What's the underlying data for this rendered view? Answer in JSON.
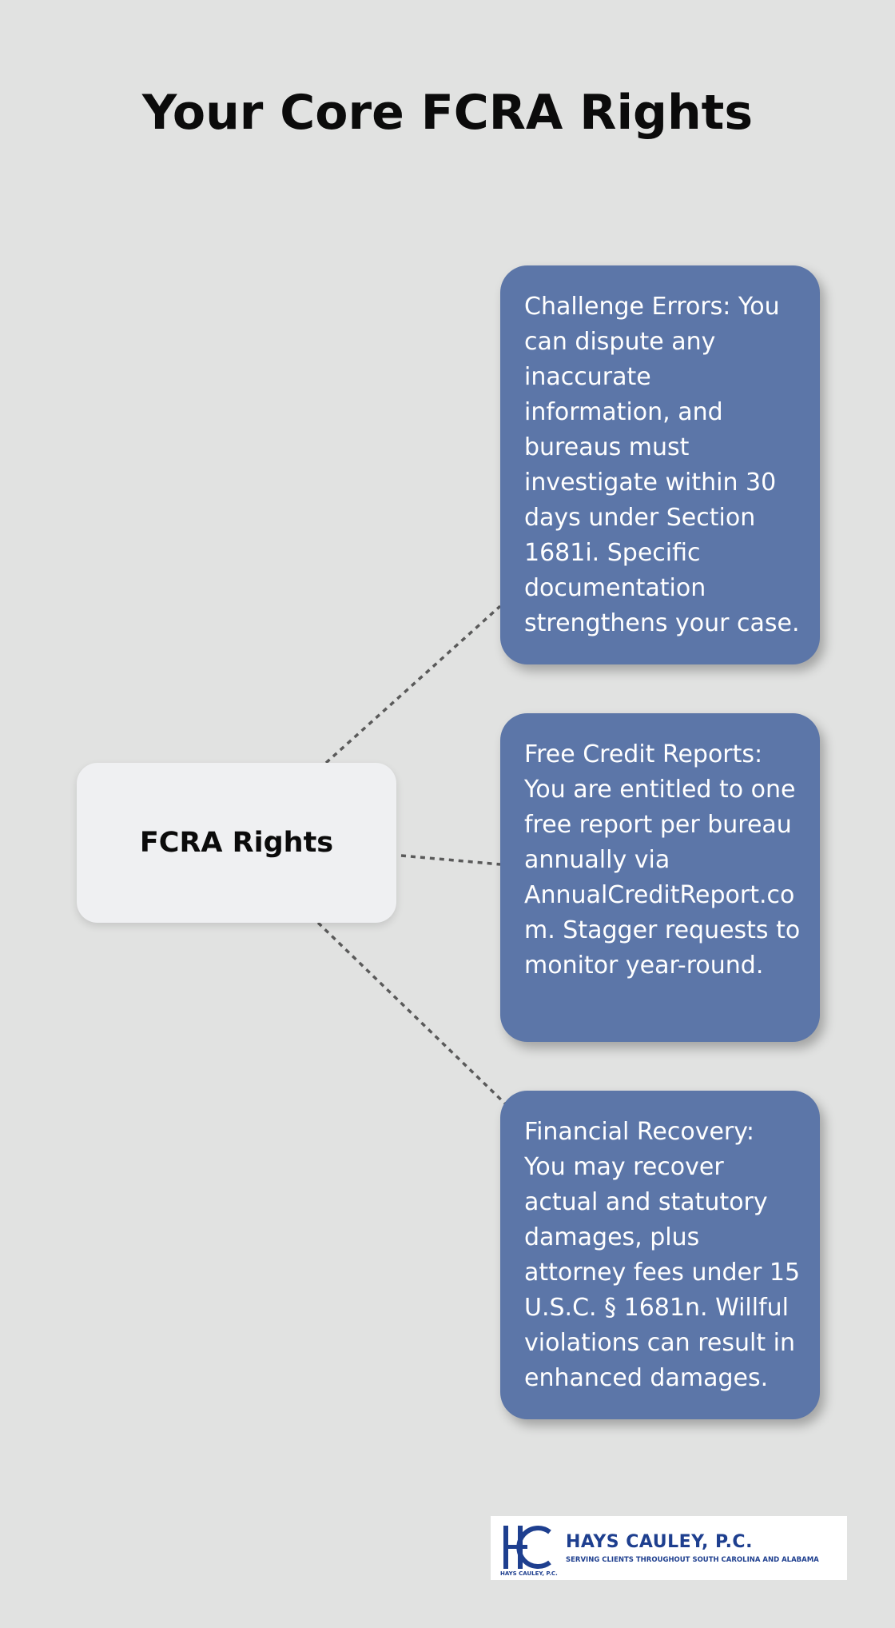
{
  "title": "Your Core FCRA Rights",
  "center_node": {
    "label": "FCRA Rights"
  },
  "cards": [
    {
      "text": "Challenge Errors: You can dispute any inaccurate information, and bureaus must investigate within 30 days under Section 1681i. Specific documentation strengthens your case."
    },
    {
      "text": "Free Credit Reports: You are entitled to one free report per bureau annually via AnnualCreditReport.com. Stagger requests to monitor year-round."
    },
    {
      "text": "Financial Recovery: You may recover actual and statutory damages, plus attorney fees under 15 U.S.C. § 1681n. Willful violations can result in enhanced damages."
    }
  ],
  "logo": {
    "name": "HAYS CAULEY, P.C.",
    "tagline": "SERVING CLIENTS THROUGHOUT SOUTH CAROLINA AND ALABAMA",
    "small_text": "HAYS CAULEY, P.C."
  },
  "colors": {
    "background": "#e1e2e1",
    "card": "#5c76a8",
    "center_node": "#eff0f2",
    "connector": "#5a5a5a",
    "logo_blue": "#1e3f8f"
  }
}
